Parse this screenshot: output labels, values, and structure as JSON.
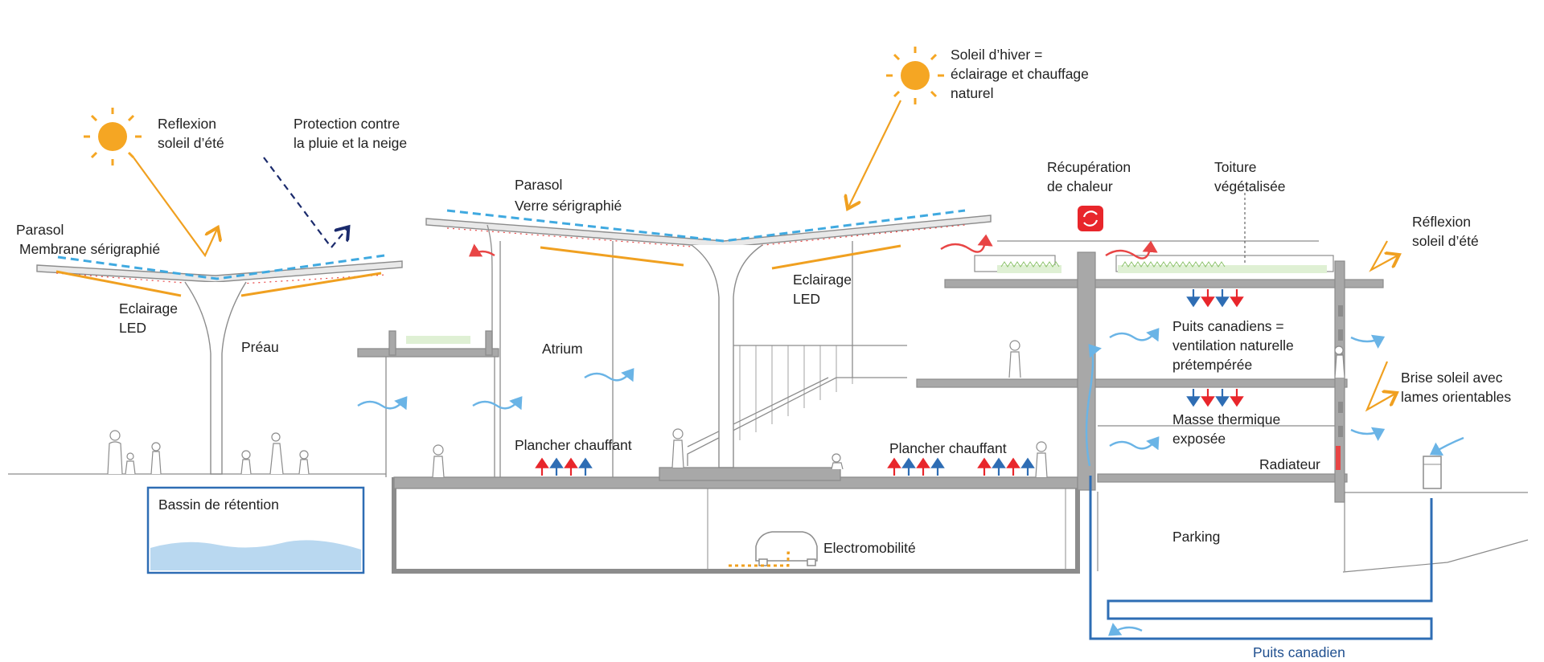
{
  "labels": {
    "reflexion_ete_left": [
      "Reflexion",
      "soleil d’été"
    ],
    "protection": [
      "Protection contre",
      "la pluie et la neige"
    ],
    "parasol_left": [
      "Parasol",
      "Membrane sérigraphié"
    ],
    "eclairage_left": [
      "Eclairage",
      "LED"
    ],
    "preau": "Préau",
    "parasol_mid": [
      "Parasol",
      "Verre sérigraphié"
    ],
    "soleil_hiver": [
      "Soleil d’hiver =",
      "éclairage et chauffage",
      "naturel"
    ],
    "eclairage_mid": [
      "Eclairage",
      "LED"
    ],
    "recuperation": [
      "Récupération",
      "de chaleur"
    ],
    "toiture": [
      "Toiture",
      "végétalisée"
    ],
    "reflexion_ete_right": [
      "Réflexion",
      "soleil d’été"
    ],
    "atrium": "Atrium",
    "puits_canadiens": [
      "Puits canadiens =",
      "ventilation naturelle",
      "prétempérée"
    ],
    "brise_soleil": [
      "Brise soleil avec",
      "lames orientables"
    ],
    "masse_thermique": [
      "Masse thermique",
      "exposée"
    ],
    "plancher_left": "Plancher chauffant",
    "plancher_right": "Plancher chauffant",
    "radiateur": "Radiateur",
    "bassin": "Bassin de rétention",
    "parking": "Parking",
    "electromobilite": "Electromobilité",
    "puits_canadien": "Puits canadien"
  },
  "colors": {
    "sun": "#f5a623",
    "sun_ray": "#f0a020",
    "rain": "#1a2a6c",
    "structure": "#8c8c8c",
    "structure_fill": "#b8b8b8",
    "blue_line": "#2e6db4",
    "air": "#6ab4e6",
    "heat": "#e84545",
    "cold": "#2e6db4",
    "green": "#8cc26a",
    "recovery": "#e8262b"
  },
  "icons": [
    "sun-icon",
    "heat-recovery-icon",
    "car-icon",
    "person-icon",
    "vent-box-icon"
  ]
}
